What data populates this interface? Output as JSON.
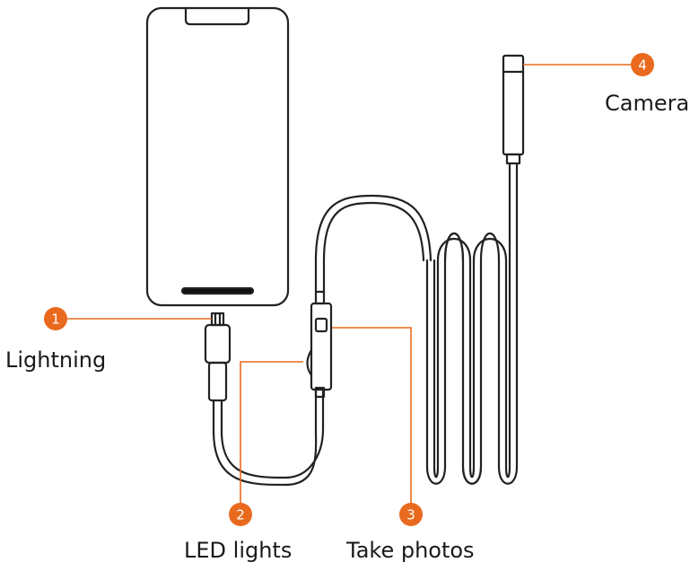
{
  "accent_color": "#e96a1e",
  "callouts": [
    {
      "number": "1",
      "label": "Lightning"
    },
    {
      "number": "2",
      "label": "LED lights"
    },
    {
      "number": "3",
      "label": "Take photos"
    },
    {
      "number": "4",
      "label": "Camera"
    }
  ]
}
